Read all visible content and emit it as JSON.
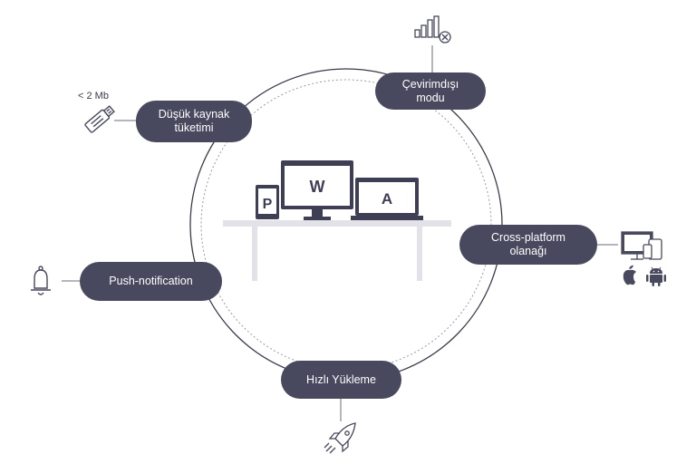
{
  "nodes": {
    "offline": "Çevirimdışı\nmodu",
    "low_resource": "Düşük kaynak\ntüketimi",
    "cross_platform": "Cross-platform\nolanağı",
    "push": "Push-notification",
    "fast_load": "Hızlı Yükleme"
  },
  "size_label": "< 2 Mb",
  "device_letters": {
    "tablet": "P",
    "monitor": "W",
    "laptop": "A"
  },
  "icons": {
    "offline": "signal-bars-offline-icon",
    "low_resource": "usb-stick-icon",
    "cross_platform": "devices-icon",
    "apple": "apple-icon",
    "android": "android-icon",
    "push": "bell-icon",
    "fast_load": "rocket-icon"
  },
  "colors": {
    "pill": "#48485f",
    "line": "#6b6b7c",
    "desk": "#e2e2e8",
    "device_fill": "#3e3e55"
  }
}
